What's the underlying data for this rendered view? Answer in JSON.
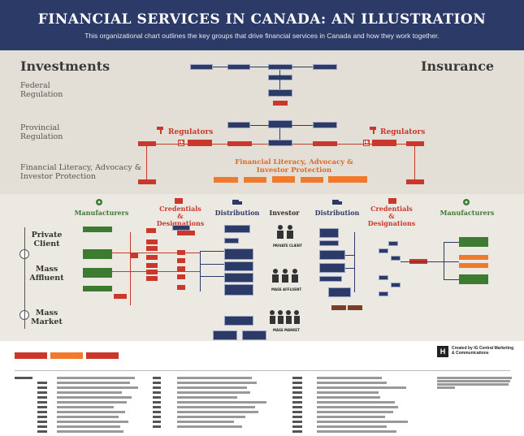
{
  "header": {
    "title": "FINANCIAL SERVICES IN CANADA: AN ILLUSTRATION",
    "subtitle": "This organizational chart outlines the key groups that drive financial services in Canada and how they work together."
  },
  "sections": {
    "investments": "Investments",
    "insurance": "Insurance",
    "federal": "Federal Regulation",
    "provincial": "Provincial Regulation",
    "literacy": "Financial Literacy, Advocacy & Investor Protection"
  },
  "regulators_left": "Regulators",
  "regulators_right": "Regulators",
  "regulators_badge": "13",
  "literacy_title": "Financial Literacy, Advocacy & Investor Protection",
  "columns": {
    "manufacturers_left": "Manufacturers",
    "credentials_left": "Credentials & Designations",
    "distribution_left": "Distribution",
    "investor": "Investor",
    "distribution_right": "Distribution",
    "credentials_right": "Credentials & Designations",
    "manufacturers_right": "Manufacturers"
  },
  "rows": {
    "private_client": "Private Client",
    "mass_affluent": "Mass Affluent",
    "mass_market": "Mass Market"
  },
  "investor_labels": {
    "private": "PRIVATE CLIENT",
    "affluent": "MASS AFFLUENT",
    "market": "MASS MARKET"
  },
  "footer": {
    "credit": "Created by IG Central Marketing & Communications",
    "logo": "H"
  },
  "colors": {
    "navy": "#2b3a67",
    "red": "#c9382b",
    "orange": "#f07a2c",
    "green": "#3d7a32",
    "brown": "#7a3f24",
    "background": "#e3dfd6"
  },
  "icons": {
    "gear": "gear-icon",
    "diploma": "diploma-icon",
    "truck": "truck-icon",
    "gavel": "gavel-icon",
    "people": "people-icon"
  }
}
